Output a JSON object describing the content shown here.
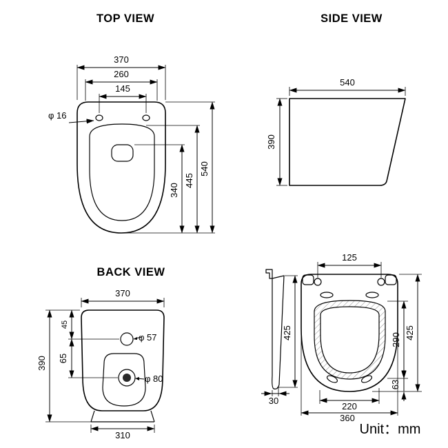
{
  "titles": {
    "top": "TOP VIEW",
    "side": "SIDE VIEW",
    "back": "BACK VIEW"
  },
  "unit_label": "Unit：mm",
  "top_view": {
    "overall_width": "370",
    "rim_width": "260",
    "hole_spacing": "145",
    "hole_diameter": "φ 16",
    "overall_depth": "540",
    "rim_depth": "445",
    "hole_to_front": "340"
  },
  "side_view": {
    "depth": "540",
    "height": "390"
  },
  "back_view": {
    "top_width": "370",
    "top_to_small_hole": "45",
    "hole_gap": "65",
    "height": "390",
    "small_hole_diameter": "φ 57",
    "large_hole_diameter": "φ 80",
    "bottom_width": "310"
  },
  "seat_view": {
    "hinge_hole_spacing": "125",
    "profile_height": "425",
    "profile_thickness": "30",
    "ring_length": "290",
    "overall_length": "425",
    "ring_to_front": "63",
    "bottom_inner_width": "220",
    "overall_width": "360"
  }
}
